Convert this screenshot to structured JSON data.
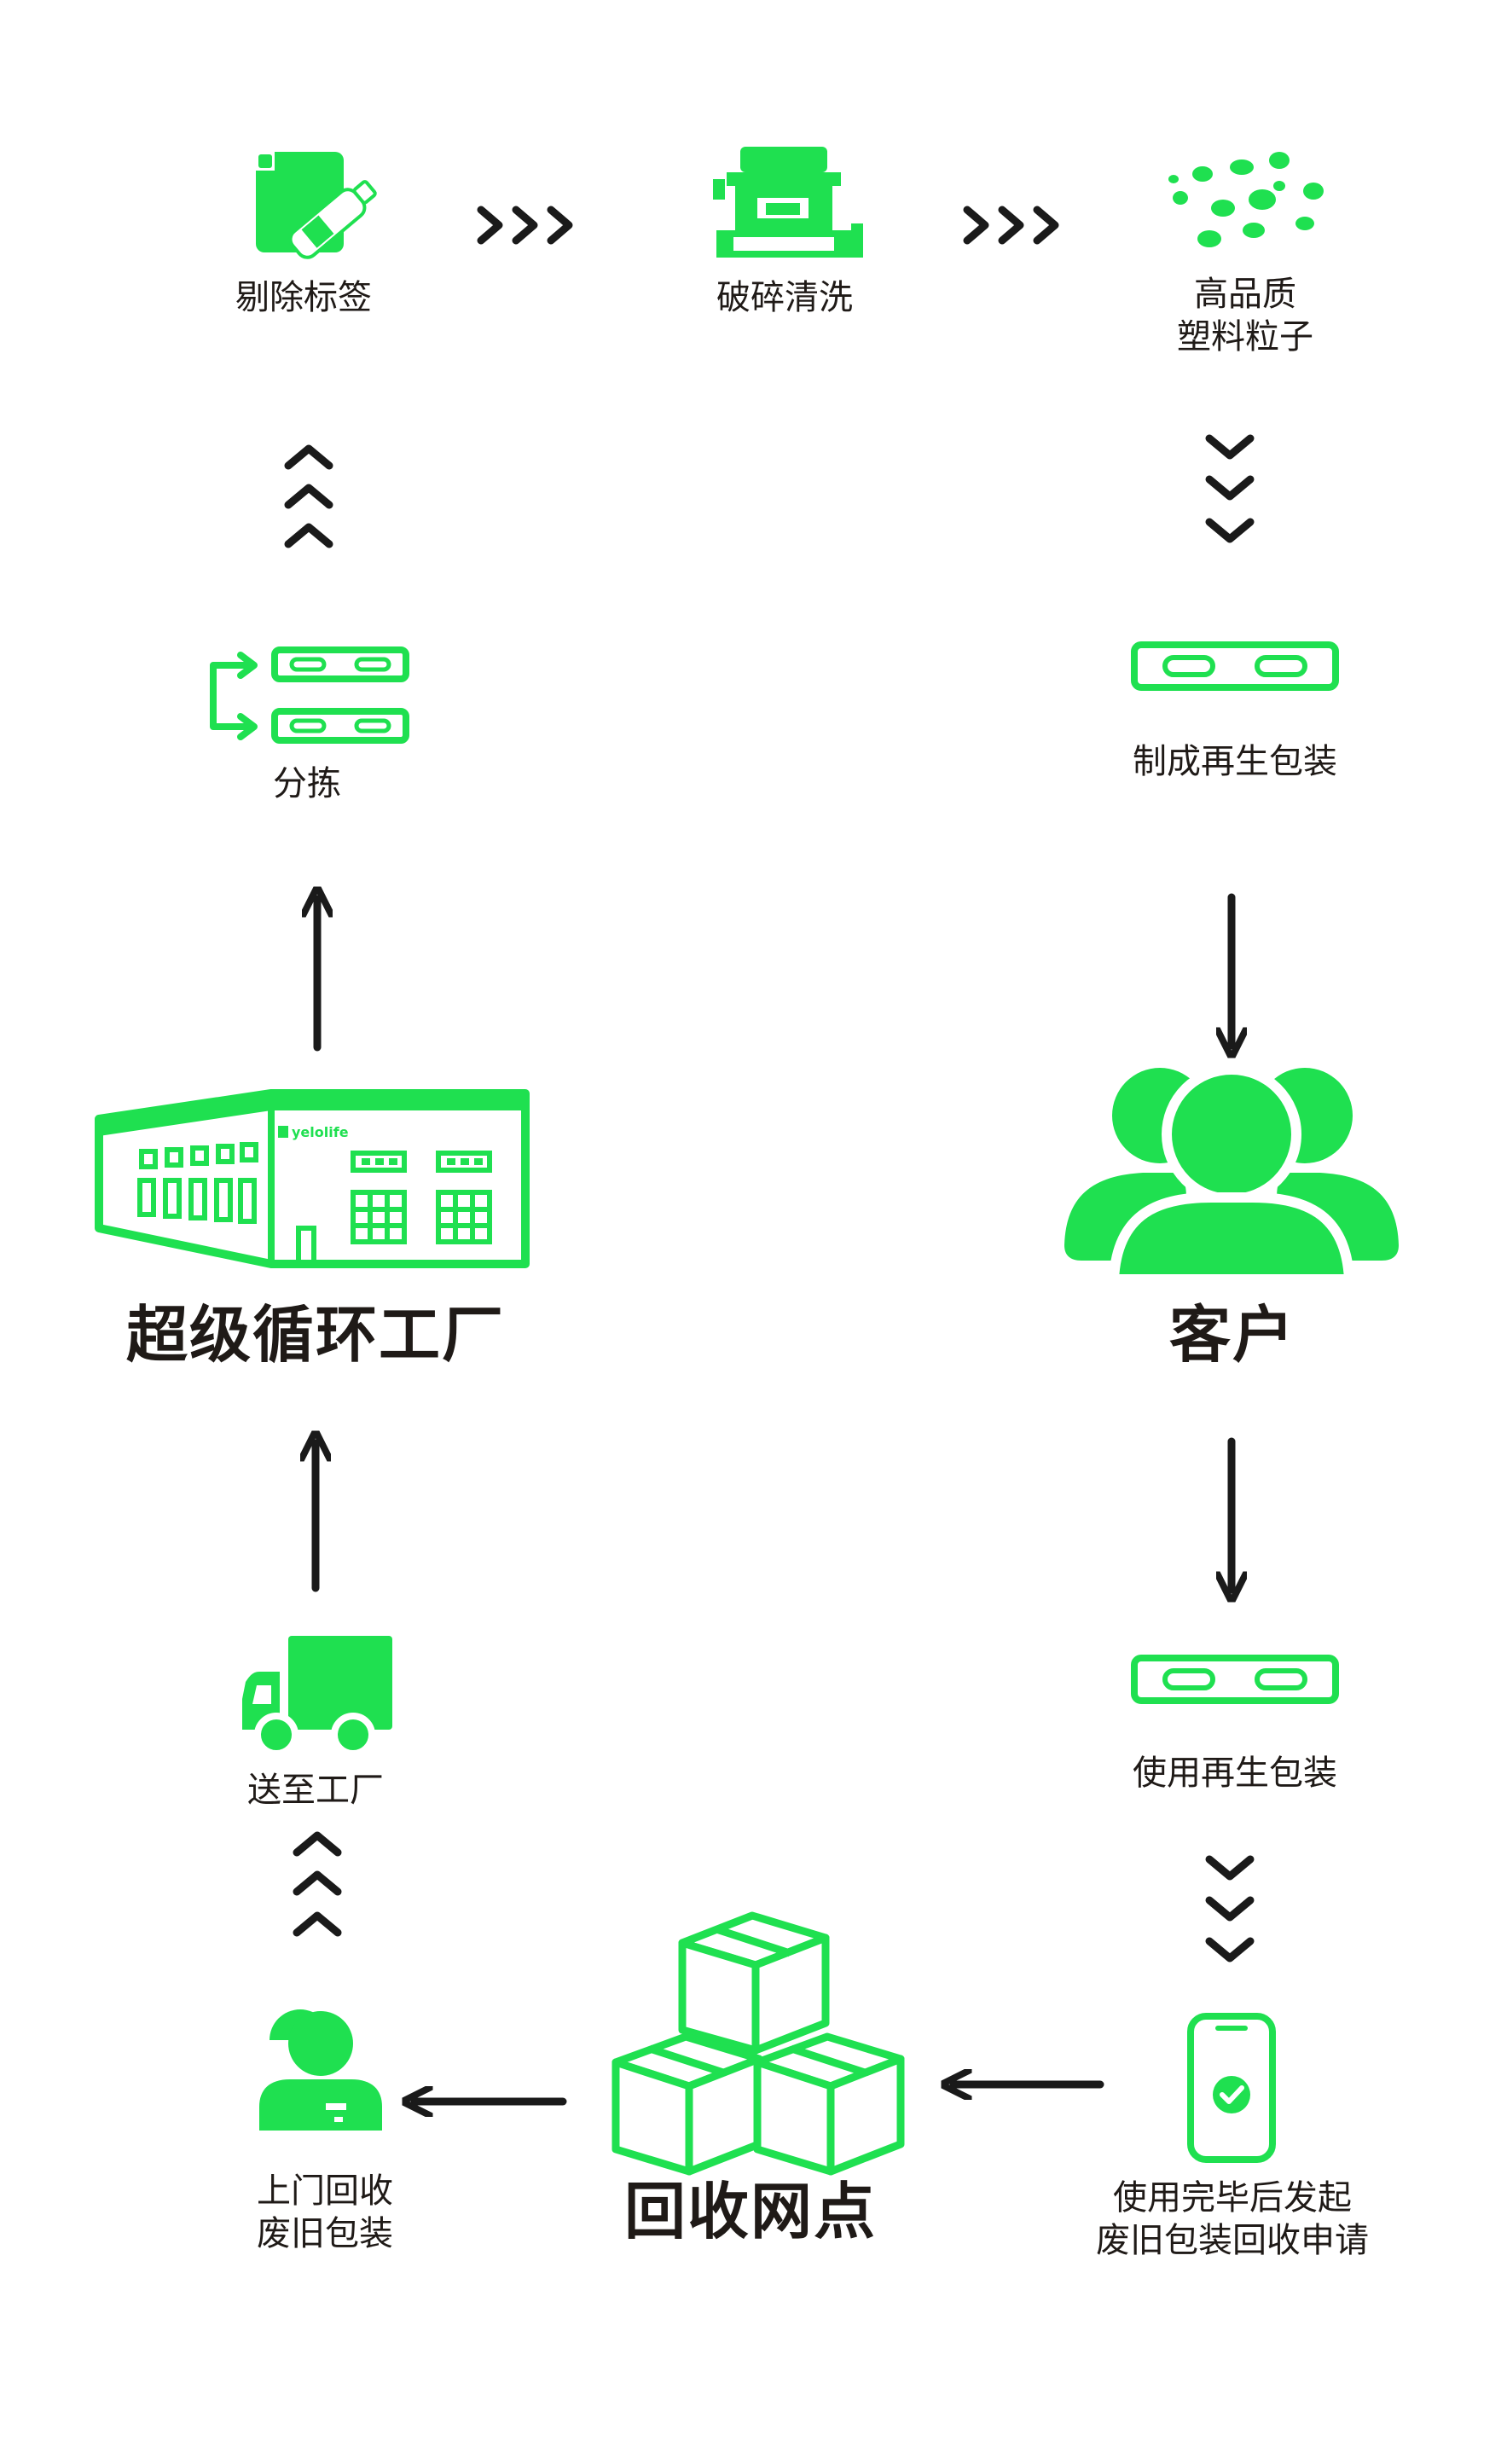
{
  "colors": {
    "green": "#1fe050",
    "dark": "#1a1a1a",
    "text": "#1f1a17"
  },
  "nodes": {
    "remove_labels": {
      "label": "剔除标签",
      "icon": "label-bottle-icon"
    },
    "crush_wash": {
      "label": "破碎清洗",
      "icon": "crusher-machine-icon"
    },
    "pellets": {
      "label_lines": [
        "高品质",
        "塑料粒子"
      ],
      "icon": "plastic-pellets-icon"
    },
    "sort": {
      "label": "分拣",
      "icon": "sorting-icon"
    },
    "make_package": {
      "label": "制成再生包装",
      "icon": "pallet-package-icon"
    },
    "factory": {
      "label": "超级循环工厂",
      "icon": "factory-building-icon",
      "logo_text": "yelolife"
    },
    "customer": {
      "label": "客户",
      "icon": "customer-group-icon"
    },
    "to_factory": {
      "label": "送至工厂",
      "icon": "delivery-truck-icon"
    },
    "use_package": {
      "label": "使用再生包装",
      "icon": "pallet-package-icon"
    },
    "pickup": {
      "label_lines": [
        "上门回收",
        "废旧包装"
      ],
      "icon": "courier-person-icon"
    },
    "recycle_point": {
      "label": "回收网点",
      "icon": "stacked-boxes-icon"
    },
    "request": {
      "label_lines": [
        "使用完毕后发起",
        "废旧包装回收申请"
      ],
      "icon": "smartphone-check-icon"
    }
  },
  "flow": [
    "pickup",
    "to_factory",
    "factory",
    "sort",
    "remove_labels",
    "crush_wash",
    "pellets",
    "make_package",
    "customer",
    "use_package",
    "request",
    "recycle_point",
    "pickup"
  ]
}
